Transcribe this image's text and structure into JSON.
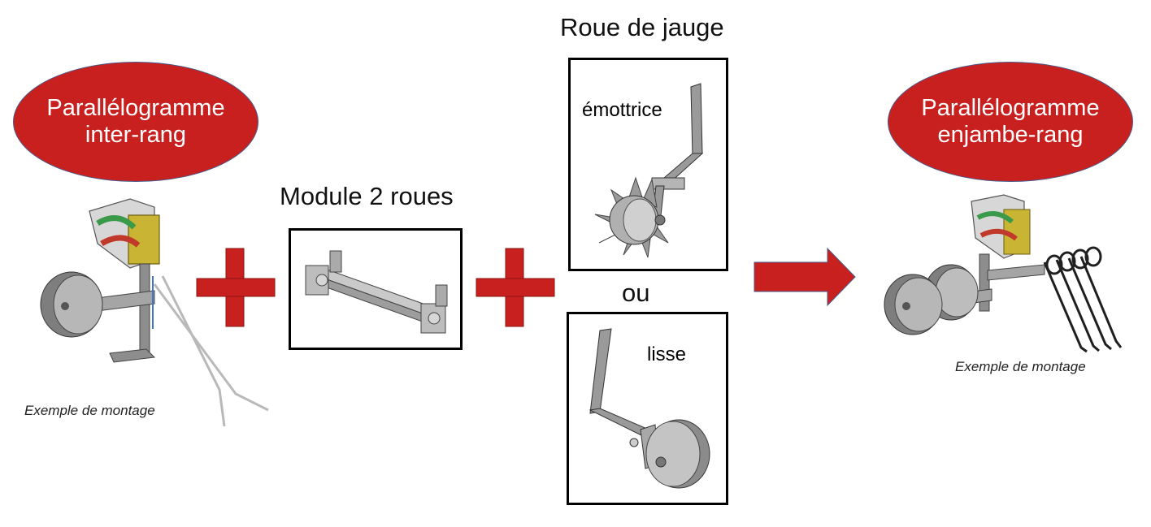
{
  "left_module": {
    "title_line1": "Parallélogramme",
    "title_line2": "inter-rang",
    "caption": "Exemple de montage"
  },
  "middle_module": {
    "title": "Module 2 roues"
  },
  "gauge_wheel": {
    "title": "Roue de jauge",
    "option1_label": "émottrice",
    "separator": "ou",
    "option2_label": "lisse"
  },
  "right_module": {
    "title_line1": "Parallélogramme",
    "title_line2": "enjambe-rang",
    "caption": "Exemple de montage"
  },
  "colors": {
    "accent_red": "#c8201e",
    "ellipse_border": "#4a5a8a",
    "metal_gray": "#9a9a9a",
    "yellow_part": "#c9b433"
  },
  "icons": [
    "plus-icon",
    "plus-icon",
    "arrow-right-icon"
  ]
}
